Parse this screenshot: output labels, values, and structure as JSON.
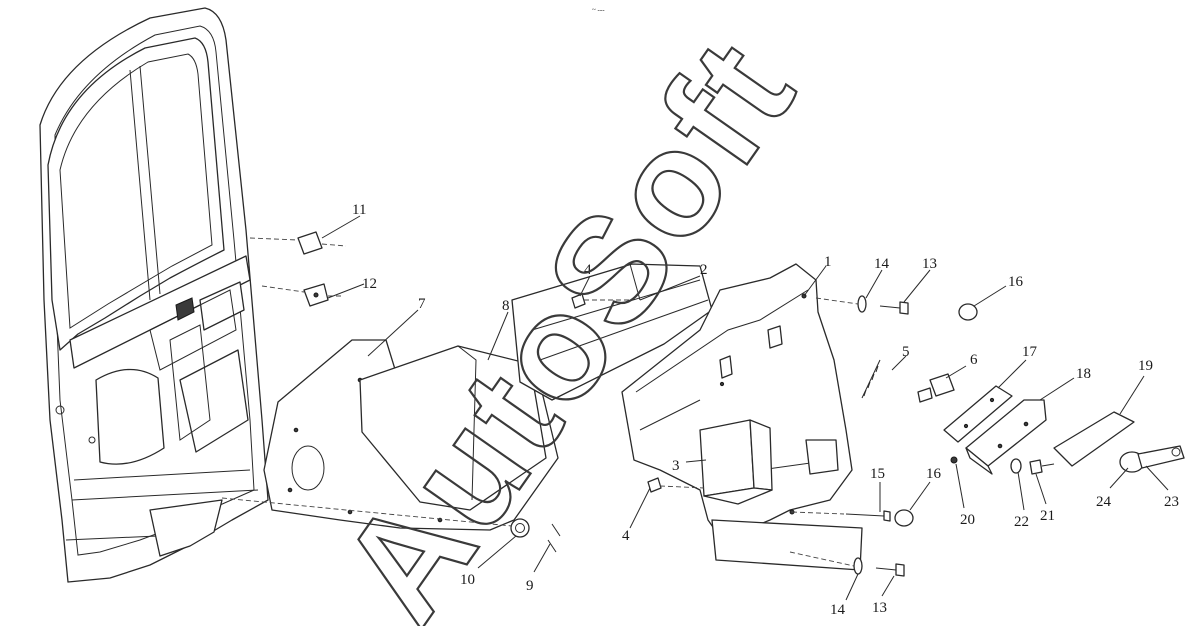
{
  "header": {
    "caption": "~ ---"
  },
  "watermark": {
    "text": "AutoSoft"
  },
  "callouts": [
    {
      "id": "c1",
      "label": "1"
    },
    {
      "id": "c2",
      "label": "2"
    },
    {
      "id": "c3",
      "label": "3"
    },
    {
      "id": "c4a",
      "label": "4"
    },
    {
      "id": "c4b",
      "label": "4"
    },
    {
      "id": "c5",
      "label": "5"
    },
    {
      "id": "c6",
      "label": "6"
    },
    {
      "id": "c7",
      "label": "7"
    },
    {
      "id": "c8",
      "label": "8"
    },
    {
      "id": "c9",
      "label": "9"
    },
    {
      "id": "c10",
      "label": "10"
    },
    {
      "id": "c11",
      "label": "11"
    },
    {
      "id": "c12",
      "label": "12"
    },
    {
      "id": "c13a",
      "label": "13"
    },
    {
      "id": "c13b",
      "label": "13"
    },
    {
      "id": "c14a",
      "label": "14"
    },
    {
      "id": "c14b",
      "label": "14"
    },
    {
      "id": "c15",
      "label": "15"
    },
    {
      "id": "c16a",
      "label": "16"
    },
    {
      "id": "c16b",
      "label": "16"
    },
    {
      "id": "c17",
      "label": "17"
    },
    {
      "id": "c18",
      "label": "18"
    },
    {
      "id": "c19",
      "label": "19"
    },
    {
      "id": "c20",
      "label": "20"
    },
    {
      "id": "c21",
      "label": "21"
    },
    {
      "id": "c22",
      "label": "22"
    },
    {
      "id": "c23",
      "label": "23"
    },
    {
      "id": "c24",
      "label": "24"
    }
  ]
}
